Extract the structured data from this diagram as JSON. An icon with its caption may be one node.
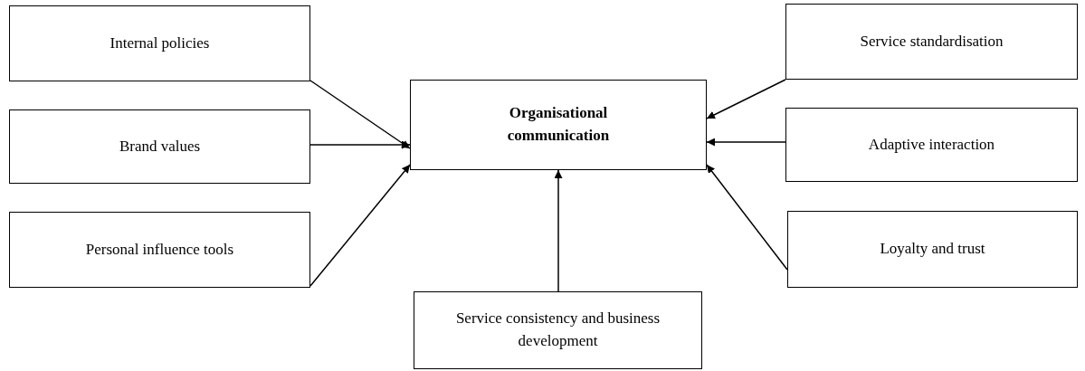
{
  "diagram": {
    "nodes": [
      {
        "text": [
          "Organisational communication"
        ]
      },
      {
        "text": [
          "Internal policies"
        ]
      },
      {
        "text": [
          "Brand values"
        ]
      },
      {
        "text": [
          "Personal influence tools"
        ]
      },
      {
        "text": [
          "Service standardisation"
        ]
      },
      {
        "text": [
          "Adaptive interaction"
        ]
      },
      {
        "text": [
          "Loyalty and trust"
        ]
      },
      {
        "text": [
          "Service consistency and business development"
        ]
      }
    ],
    "edges": [
      {
        "from": 1,
        "to": 0,
        "arrow": "to"
      },
      {
        "from": 2,
        "to": 0,
        "arrow": "to"
      },
      {
        "from": 3,
        "to": 0,
        "arrow": "to"
      },
      {
        "from": 4,
        "to": 0,
        "arrow": "to"
      },
      {
        "from": 5,
        "to": 0,
        "arrow": "to"
      },
      {
        "from": 6,
        "to": 0,
        "arrow": "to"
      },
      {
        "from": 7,
        "to": 0,
        "arrow": "to"
      }
    ]
  }
}
